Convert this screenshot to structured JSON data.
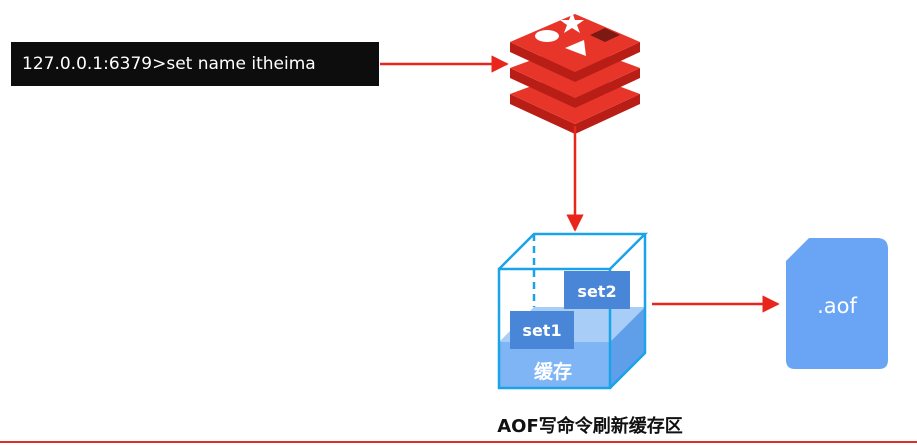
{
  "command": {
    "text": "127.0.0.1:6379>set name itheima"
  },
  "buffer": {
    "label": "缓存",
    "entries": [
      "set1",
      "set2"
    ]
  },
  "file": {
    "label": ".aof"
  },
  "caption": "AOF写命令刷新缓存区",
  "colors": {
    "arrow": "#e8261c",
    "redis_top": "#e8352a",
    "redis_side": "#b81e16",
    "buffer_outline": "#1aa3e8",
    "buffer_fill": "#7fb5f5",
    "entry_block": "#4a86d8",
    "file": "#6aa5f5",
    "command_bg": "#0d0d0d"
  },
  "icons": {
    "redis": "redis-logo-icon",
    "file": "file-icon"
  }
}
